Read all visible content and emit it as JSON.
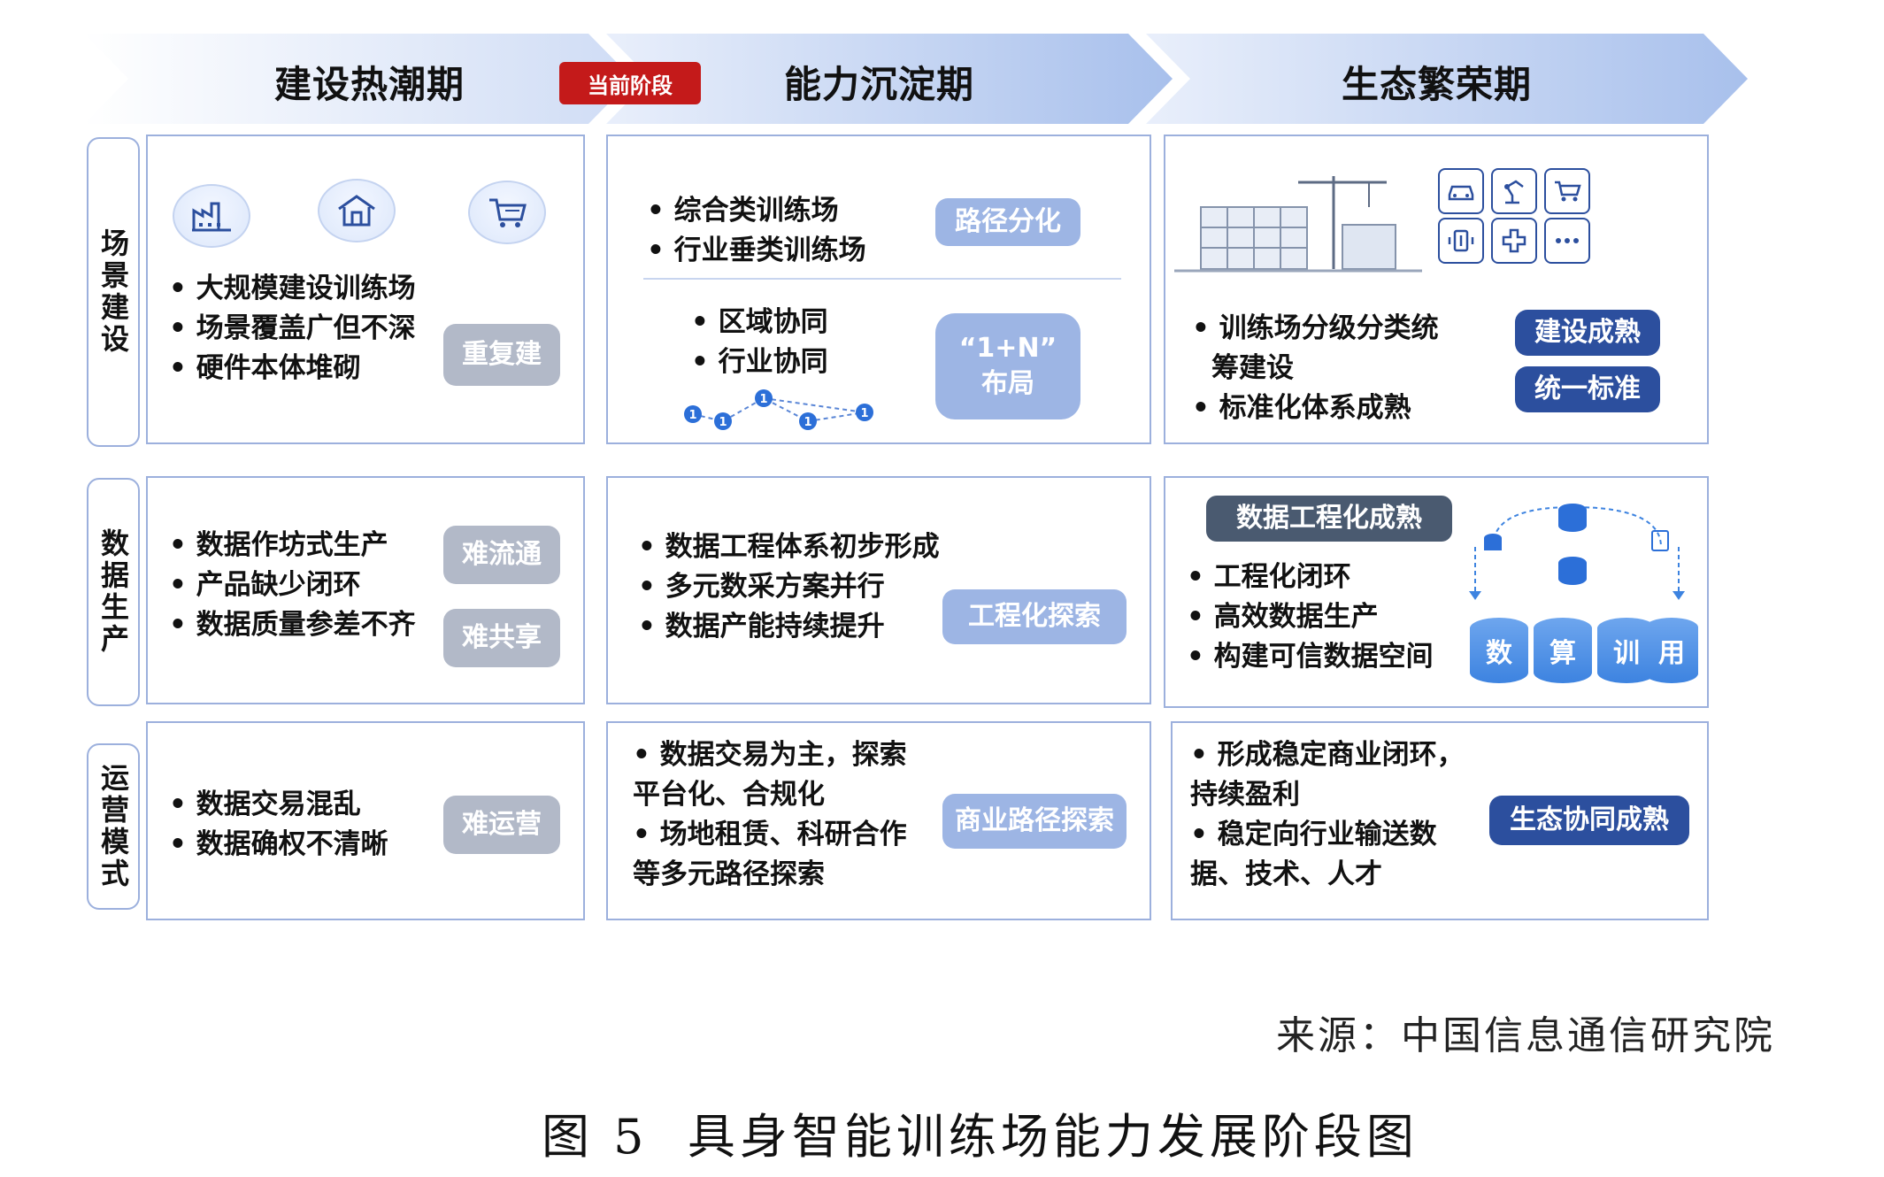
{
  "stages": {
    "stage1": "建设热潮期",
    "current_badge": "当前阶段",
    "stage2": "能力沉淀期",
    "stage3": "生态繁荣期"
  },
  "rows": {
    "scene": "场景建设",
    "data": "数据生产",
    "ops": "运营模式"
  },
  "scene": {
    "c1": {
      "items": [
        "大规模建设训练场",
        "场景覆盖广但不深",
        "硬件本体堆砌"
      ],
      "tag": "重复建"
    },
    "c2": {
      "items_top": [
        "综合类训练场",
        "行业垂类训练场"
      ],
      "tag_top": "路径分化",
      "items_bottom": [
        "区域协同",
        "行业协同"
      ],
      "tag_bottom_line1": "“1+N”",
      "tag_bottom_line2": "布局",
      "node_label": "1"
    },
    "c3": {
      "item1_line1": "训练场分级分类统",
      "item1_line2": "筹建设",
      "item2": "标准化体系成熟",
      "tag1": "建设成熟",
      "tag2": "统一标准"
    }
  },
  "data": {
    "c1": {
      "items": [
        "数据作坊式生产",
        "产品缺少闭环",
        "数据质量参差不齐"
      ],
      "tag1": "难流通",
      "tag2": "难共享"
    },
    "c2": {
      "items": [
        "数据工程体系初步形成",
        "多元数采方案并行",
        "数据产能持续提升"
      ],
      "tag": "工程化探索"
    },
    "c3": {
      "header": "数据工程化成熟",
      "items": [
        "工程化闭环",
        "高效数据生产",
        "构建可信数据空间"
      ],
      "cylinders": [
        "数",
        "算",
        "训",
        "用"
      ]
    }
  },
  "ops": {
    "c1": {
      "items": [
        "数据交易混乱",
        "数据确权不清晰"
      ],
      "tag": "难运营"
    },
    "c2": {
      "line1": "• 数据交易为主，探索",
      "line2": "平台化、合规化",
      "line3": "• 场地租赁、科研合作",
      "line4": "等多元路径探索",
      "tag": "商业路径探索"
    },
    "c3": {
      "line1": "• 形成稳定商业闭环，",
      "line2": "持续盈利",
      "line3": "• 稳定向行业输送数",
      "line4": "据、技术、人才",
      "tag": "生态协同成熟"
    }
  },
  "source": "来源：中国信息通信研究院",
  "caption": "图 5  具身智能训练场能力发展阶段图",
  "colors": {
    "accent_red": "#c41a1a",
    "border_blue": "#9cb0dd",
    "dark_blue": "#2c4f9e",
    "light_blue": "#9db5e4",
    "gray": "#b2b9c8"
  }
}
